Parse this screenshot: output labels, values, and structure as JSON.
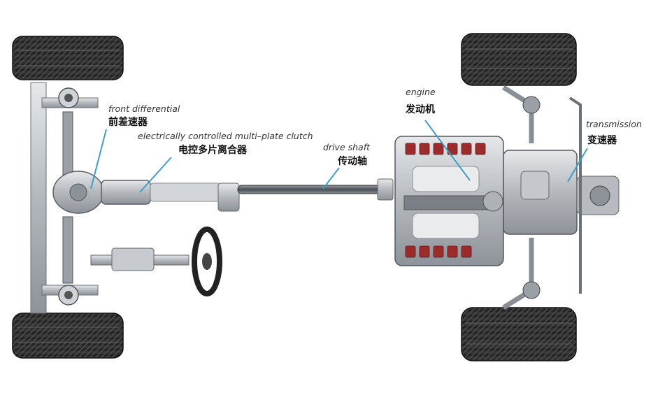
{
  "labels": {
    "front_differential": {
      "en": "front differential",
      "zh": "前差速器"
    },
    "clutch": {
      "en": "electrically controlled multi–plate clutch",
      "zh": "电控多片离合器"
    },
    "drive_shaft": {
      "en": "drive shaft",
      "zh": "传动轴"
    },
    "engine": {
      "en": "engine",
      "zh": "发动机"
    },
    "transmission": {
      "en": "transmission",
      "zh": "变速器"
    }
  },
  "colors": {
    "leader_line": "#3d9fc4",
    "tire": "#2b2b2b",
    "metal": "#b9bdc2",
    "engine_red": "#9c2b2b"
  }
}
